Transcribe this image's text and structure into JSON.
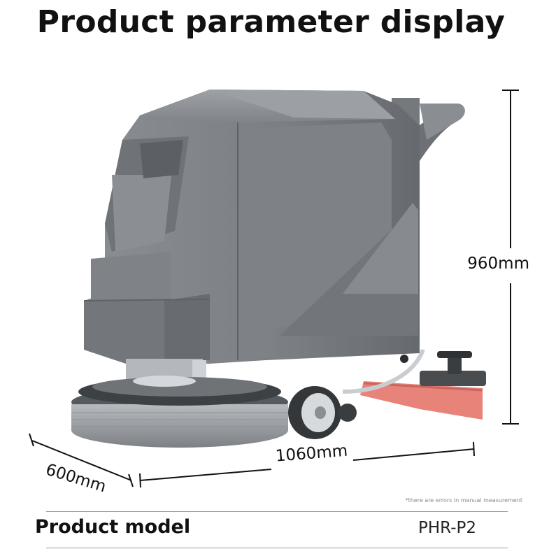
{
  "header": {
    "title": "Product parameter display"
  },
  "dimensions": {
    "height": "960mm",
    "length": "1060mm",
    "width": "600mm"
  },
  "note": "*there are errors in manual measurement",
  "model": {
    "label": "Product model",
    "value": "PHR-P2"
  },
  "colors": {
    "body": "#7d8185",
    "body_dark": "#5f6367",
    "squeegee": "#e8837a",
    "brush": "#9a9ea2"
  }
}
